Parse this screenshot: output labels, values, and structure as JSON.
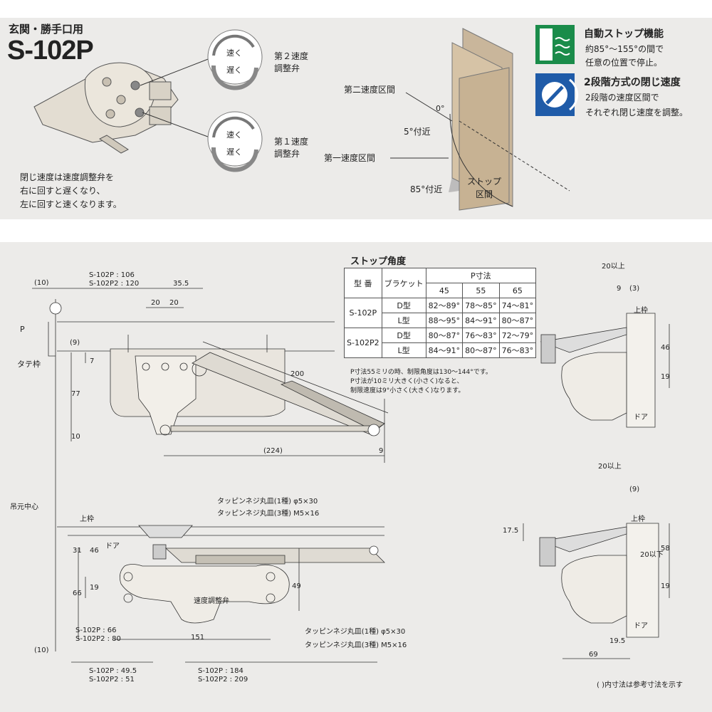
{
  "header": {
    "subtitle": "玄関・勝手口用",
    "model": "S-102P"
  },
  "valves": {
    "second": {
      "fast": "速く",
      "slow": "遅く",
      "label_line1": "第２速度",
      "label_line2": "調整弁"
    },
    "first": {
      "fast": "速く",
      "slow": "遅く",
      "label_line1": "第１速度",
      "label_line2": "調整弁"
    }
  },
  "note_speed": [
    "閉じ速度は速度調整弁を",
    "右に回すと遅くなり、",
    "左に回すと速くなります。"
  ],
  "door_diagram": {
    "second_zone": "第二速度区間",
    "first_zone": "第一速度区間",
    "zero": "0°",
    "five": "5°付近",
    "eighty_five": "85°付近",
    "stop_zone_line1": "ストップ",
    "stop_zone_line2": "区間"
  },
  "features": [
    {
      "icon": "auto-stop-icon",
      "title": "自動ストップ機能",
      "lines": [
        "約85°～155°の間で",
        "任意の位置で停止。"
      ]
    },
    {
      "icon": "two-stage-icon",
      "title": "2段階方式の閉じ速度",
      "lines": [
        "2段階の速度区間で",
        "それぞれ閉じ速度を調整。"
      ]
    }
  ],
  "stop_table": {
    "title": "ストップ角度",
    "header_model": "型 番",
    "header_bracket": "ブラケット",
    "header_p": "P寸法",
    "p_values": [
      "45",
      "55",
      "65"
    ],
    "rows": [
      {
        "model": "S-102P",
        "bracket": "D型",
        "values": [
          "82～89°",
          "78～85°",
          "74～81°"
        ]
      },
      {
        "model": "",
        "bracket": "L型",
        "values": [
          "88～95°",
          "84～91°",
          "80～87°"
        ]
      },
      {
        "model": "S-102P2",
        "bracket": "D型",
        "values": [
          "80～87°",
          "76～83°",
          "72～79°"
        ]
      },
      {
        "model": "",
        "bracket": "L型",
        "values": [
          "84～91°",
          "80～87°",
          "76～83°"
        ]
      }
    ],
    "notes": [
      "P寸法55ミリの時、制限角度は130～144°です。",
      "P寸法が10ミリ大きく(小さく)なると、",
      "制限速度は9°小さく(大きく)なります。"
    ]
  },
  "dimensions": {
    "top_view": {
      "paren10": "(10)",
      "s102p_106": "S-102P   : 106",
      "s102p2_120": "S-102P2 : 120",
      "d35_5": "35.5",
      "d20a": "20",
      "d20b": "20",
      "p": "P",
      "paren9": "(9)",
      "tate": "タテ枠",
      "d7": "7",
      "d77": "77",
      "d10": "10",
      "d200": "200",
      "d224": "(224)",
      "d9": "9"
    },
    "front_view": {
      "screw1": "タッピンネジ丸皿(1種) φ5×30",
      "screw3": "タッピンネジ丸皿(3種) M5×16",
      "hinge_center": "吊元中心",
      "upper_frame": "上枠",
      "door": "ドア",
      "d31": "31",
      "d46": "46",
      "d66": "66",
      "d19": "19",
      "d49": "49",
      "valve": "速度調整弁",
      "s102p_66": "S-102P   : 66",
      "s102p2_80": "S-102P2 : 80",
      "d151": "151",
      "paren10": "(10)",
      "s102p_495": "S-102P   : 49.5",
      "s102p2_51": "S-102P2 : 51",
      "s102p_184": "S-102P   : 184",
      "s102p2_209": "S-102P2 : 209",
      "screw1b": "タッピンネジ丸皿(1種) φ5×30",
      "screw3b": "タッピンネジ丸皿(3種) M5×16"
    },
    "side_top": {
      "d20_up": "20以上",
      "d9": "9",
      "d3": "(3)",
      "upper_frame": "上枠",
      "d46": "46",
      "d19": "19",
      "door": "ドア"
    },
    "side_bottom": {
      "d20_up": "20以上",
      "d9": "(9)",
      "upper_frame": "上枠",
      "d17_5": "17.5",
      "d58": "58",
      "d20_down": "20以下",
      "d19": "19",
      "door": "ドア",
      "d19_5": "19.5",
      "d69": "69"
    },
    "footnote": "(  )内寸法は参考寸法を示す"
  }
}
